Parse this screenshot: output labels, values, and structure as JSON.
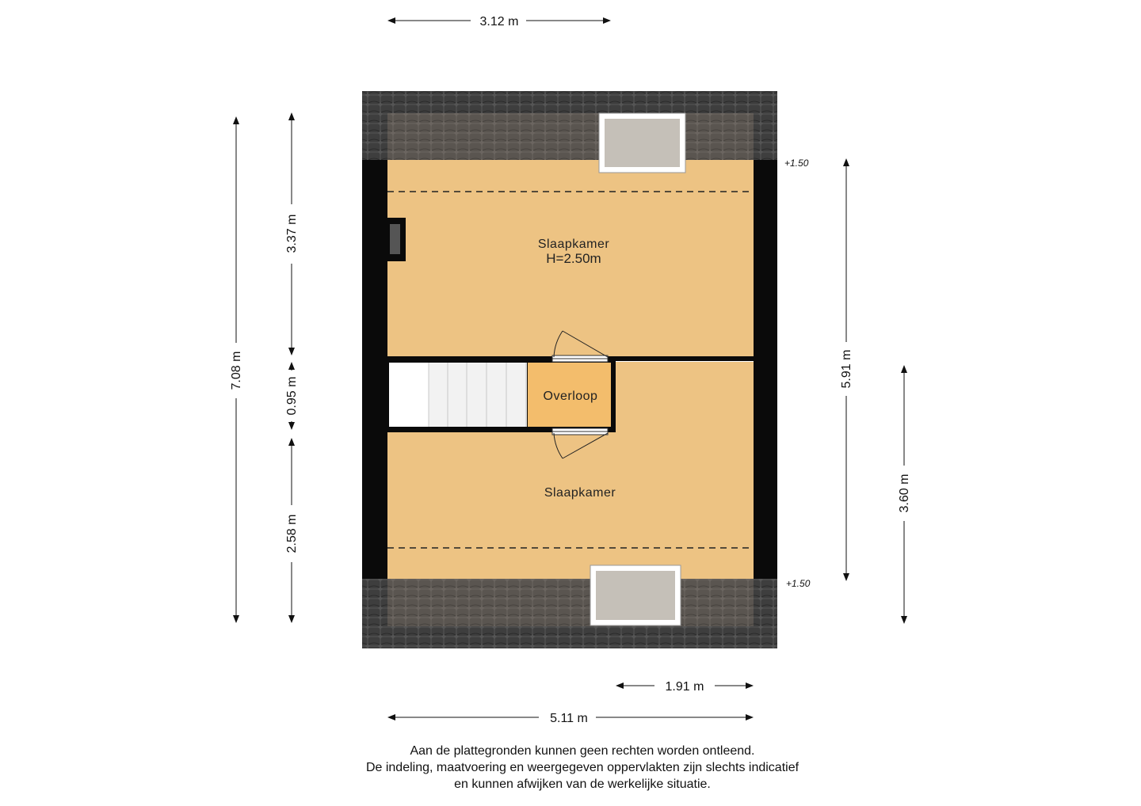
{
  "rooms": {
    "bedroom_top": {
      "label": "Slaapkamer",
      "height": "H=2.50m"
    },
    "landing": {
      "label": "Overloop"
    },
    "bedroom_bottom": {
      "label": "Slaapkamer"
    }
  },
  "dimensions": {
    "top_width": "3.12 m",
    "overall_height": "7.08 m",
    "top_room_depth": "3.37 m",
    "landing_depth": "0.95 m",
    "bottom_room_depth": "2.58 m",
    "right_depth": "5.91 m",
    "right_lower_depth": "3.60 m",
    "bottom_partial_width": "1.91 m",
    "bottom_width": "5.11 m"
  },
  "levels": {
    "top_eave": "+1.50",
    "bottom_eave": "+1.50"
  },
  "disclaimer": {
    "line1": "Aan de plattegronden kunnen geen rechten worden ontleend.",
    "line2": "De indeling, maatvoering en weergegeven oppervlakten zijn slechts indicatief",
    "line3": "en kunnen afwijken van de werkelijke situatie."
  },
  "colors": {
    "floor": "#edc383",
    "landing_floor": "#f3bd6c",
    "wall": "#0a0a0a",
    "roof_tile": "#4a4a4a",
    "skylight": "#c5c0b8"
  }
}
